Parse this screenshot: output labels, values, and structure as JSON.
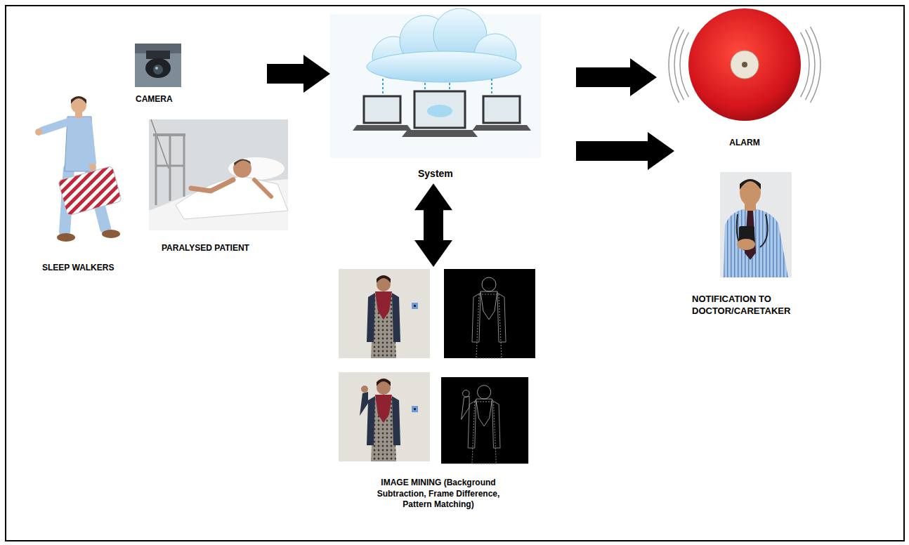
{
  "diagram": {
    "nodes": [
      {
        "text": [
          "CAMERA"
        ]
      },
      {
        "text": [
          "SLEEP WALKERS"
        ]
      },
      {
        "text": [
          "PARALYSED PATIENT"
        ]
      },
      {
        "text": [
          "System"
        ]
      },
      {
        "text": [
          "IMAGE MINING (Background Subtraction, Frame Difference, Pattern Matching)"
        ]
      },
      {
        "text": [
          "ALARM"
        ]
      },
      {
        "text": [
          "NOTIFICATION TO DOCTOR/CARETAKER"
        ]
      }
    ],
    "edges": [
      {
        "from": 0,
        "to": 3,
        "arrow": "to"
      },
      {
        "from": 3,
        "to": 4,
        "arrow": "both"
      },
      {
        "from": 3,
        "to": 5,
        "arrow": "to"
      },
      {
        "from": 3,
        "to": 6,
        "arrow": "to"
      }
    ]
  }
}
